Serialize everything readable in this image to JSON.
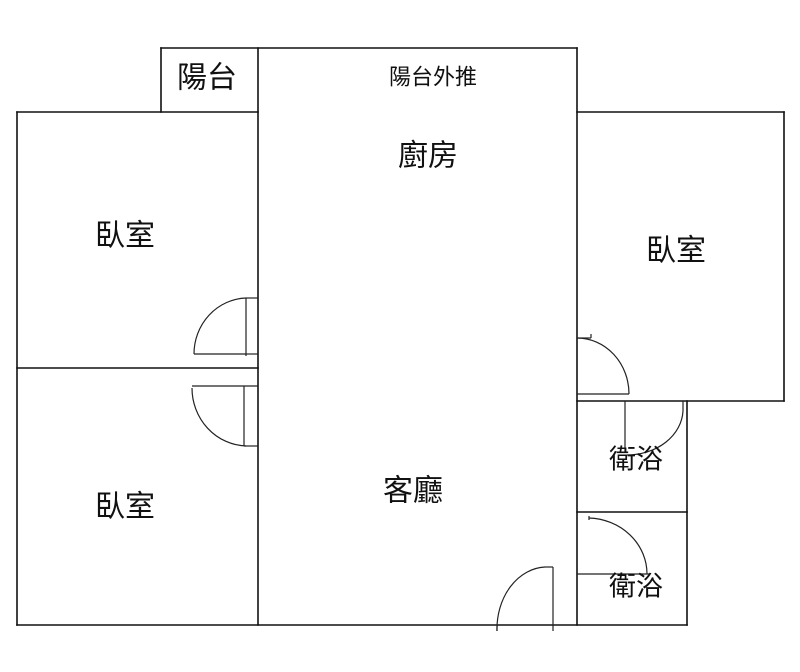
{
  "rooms": {
    "balcony": "陽台",
    "balcony_extension": "陽台外推",
    "kitchen": "廚房",
    "bedroom_upper_left": "臥室",
    "bedroom_right": "臥室",
    "bedroom_lower_left": "臥室",
    "living_room": "客廳",
    "bathroom_upper": "衛浴",
    "bathroom_lower": "衛浴"
  }
}
